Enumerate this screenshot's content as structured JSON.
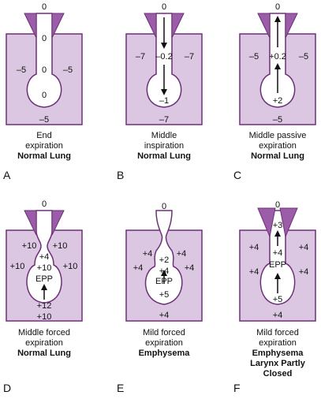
{
  "panels": [
    {
      "letter": "A",
      "caption": [
        "End",
        "expiration"
      ],
      "condition": "Normal Lung",
      "values": {
        "top": "0",
        "neck": "0",
        "upper": "0",
        "alveolus": "0",
        "pleural_left": "–5",
        "pleural_right": "–5",
        "bottom": "–5"
      }
    },
    {
      "letter": "B",
      "caption": [
        "Middle",
        "inspiration"
      ],
      "condition": "Normal Lung",
      "values": {
        "top": "0",
        "center": "–0.2",
        "alveolus": "–1",
        "pleural_left": "–7",
        "pleural_right": "–7",
        "bottom": "–7"
      }
    },
    {
      "letter": "C",
      "caption": [
        "Middle passive",
        "expiration"
      ],
      "condition": "Normal Lung",
      "values": {
        "top": "0",
        "center": "+0.2",
        "alveolus": "+2",
        "pleural_left": "–5",
        "pleural_right": "–5",
        "bottom": "–5"
      }
    },
    {
      "letter": "D",
      "caption": [
        "Middle forced",
        "expiration"
      ],
      "condition": "Normal Lung",
      "values": {
        "top": "0",
        "neck_left": "+10",
        "neck_right": "+10",
        "airway_1": "+4",
        "airway_2": "+10",
        "pleural_left": "+10",
        "pleural_right": "+10",
        "epp": "EPP",
        "alveolus": "+12",
        "bottom": "+10"
      }
    },
    {
      "letter": "E",
      "caption": [
        "Mild forced",
        "expiration"
      ],
      "condition": "Emphysema",
      "values": {
        "top": "0",
        "neck_left": "+4",
        "neck_right": "+4",
        "airway_1": "+2",
        "airway_2": "+4",
        "pleural_left": "+4",
        "pleural_right": "+4",
        "epp": "EPP",
        "alveolus": "+5",
        "bottom": "+4"
      }
    },
    {
      "letter": "F",
      "caption": [
        "Mild forced",
        "expiration"
      ],
      "condition": "Emphysema",
      "condition_extra": [
        "Larynx Partly",
        "Closed"
      ],
      "values": {
        "top": "0",
        "airway_1": "+3",
        "airway_2": "+4",
        "epp": "EPP",
        "pleural_left": "+4",
        "pleural_right": "+4",
        "pleural_left_2": "+4",
        "pleural_right_2": "+4",
        "alveolus": "+5",
        "bottom": "+4"
      }
    }
  ],
  "colors": {
    "pleural_fill": "#dcc7e2",
    "outline": "#6e2f78",
    "larynx_fill": "#9b5da8"
  }
}
